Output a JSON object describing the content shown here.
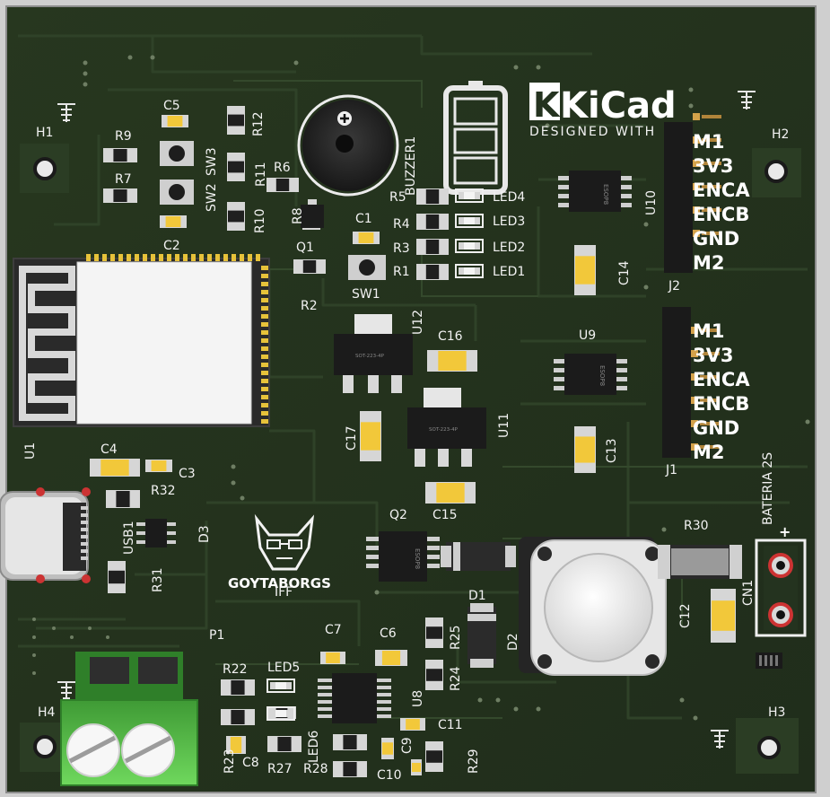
{
  "board": {
    "logo_kicad": "KiCad",
    "logo_kicad_sub": "DESIGNED WITH",
    "logo_goytaborgs": "GOYTABORGS",
    "logo_goytaborgs_sub": "IFF",
    "battery_label": "BATERIA 2S",
    "battery_plus": "+"
  },
  "header_pins": {
    "j2": [
      "M1",
      "3V3",
      "ENCA",
      "ENCB",
      "GND",
      "M2"
    ],
    "j1": [
      "M1",
      "3V3",
      "ENCA",
      "ENCB",
      "GND",
      "M2"
    ]
  },
  "refs": {
    "H1": "H1",
    "H2": "H2",
    "H3": "H3",
    "H4": "H4",
    "C1": "C1",
    "C2": "C2",
    "C3": "C3",
    "C4": "C4",
    "C5": "C5",
    "C6": "C6",
    "C7": "C7",
    "C8": "C8",
    "C9": "C9",
    "C10": "C10",
    "C11": "C11",
    "C12": "C12",
    "C13": "C13",
    "C14": "C14",
    "C15": "C15",
    "C16": "C16",
    "C17": "C17",
    "R1": "R1",
    "R2": "R2",
    "R3": "R3",
    "R4": "R4",
    "R5": "R5",
    "R6": "R6",
    "R7": "R7",
    "R8": "R8",
    "R9": "R9",
    "R10": "R10",
    "R11": "R11",
    "R12": "R12",
    "R22": "R22",
    "R23": "R23",
    "R24": "R24",
    "R25": "R25",
    "R27": "R27",
    "R28": "R28",
    "R29": "R29",
    "R30": "R30",
    "R31": "R31",
    "R32": "R32",
    "LED1": "LED1",
    "LED2": "LED2",
    "LED3": "LED3",
    "LED4": "LED4",
    "LED5": "LED5",
    "LED6": "LED6",
    "SW1": "SW1",
    "SW2": "SW2",
    "SW3": "SW3",
    "Q1": "Q1",
    "Q2": "Q2",
    "U1": "U1",
    "U8": "U8",
    "U9": "U9",
    "U10": "U10",
    "U11": "U11",
    "U12": "U12",
    "J1": "J1",
    "J2": "J2",
    "P1": "P1",
    "D1": "D1",
    "D2": "D2",
    "D3": "D3",
    "USB1": "USB1",
    "BUZZER1": "BUZZER1",
    "CN1": "CN1"
  },
  "chip_marks": {
    "soic": "ESOP8",
    "sot223": "SOT-223-4P"
  },
  "colors": {
    "board": "#24331f",
    "board_edge": "#1c2818",
    "silkscreen": "#f2f2f2",
    "copper_pad": "#cfcfcf",
    "smd_cap": "#e8c43a",
    "terminal_block": "#5fc34e"
  }
}
